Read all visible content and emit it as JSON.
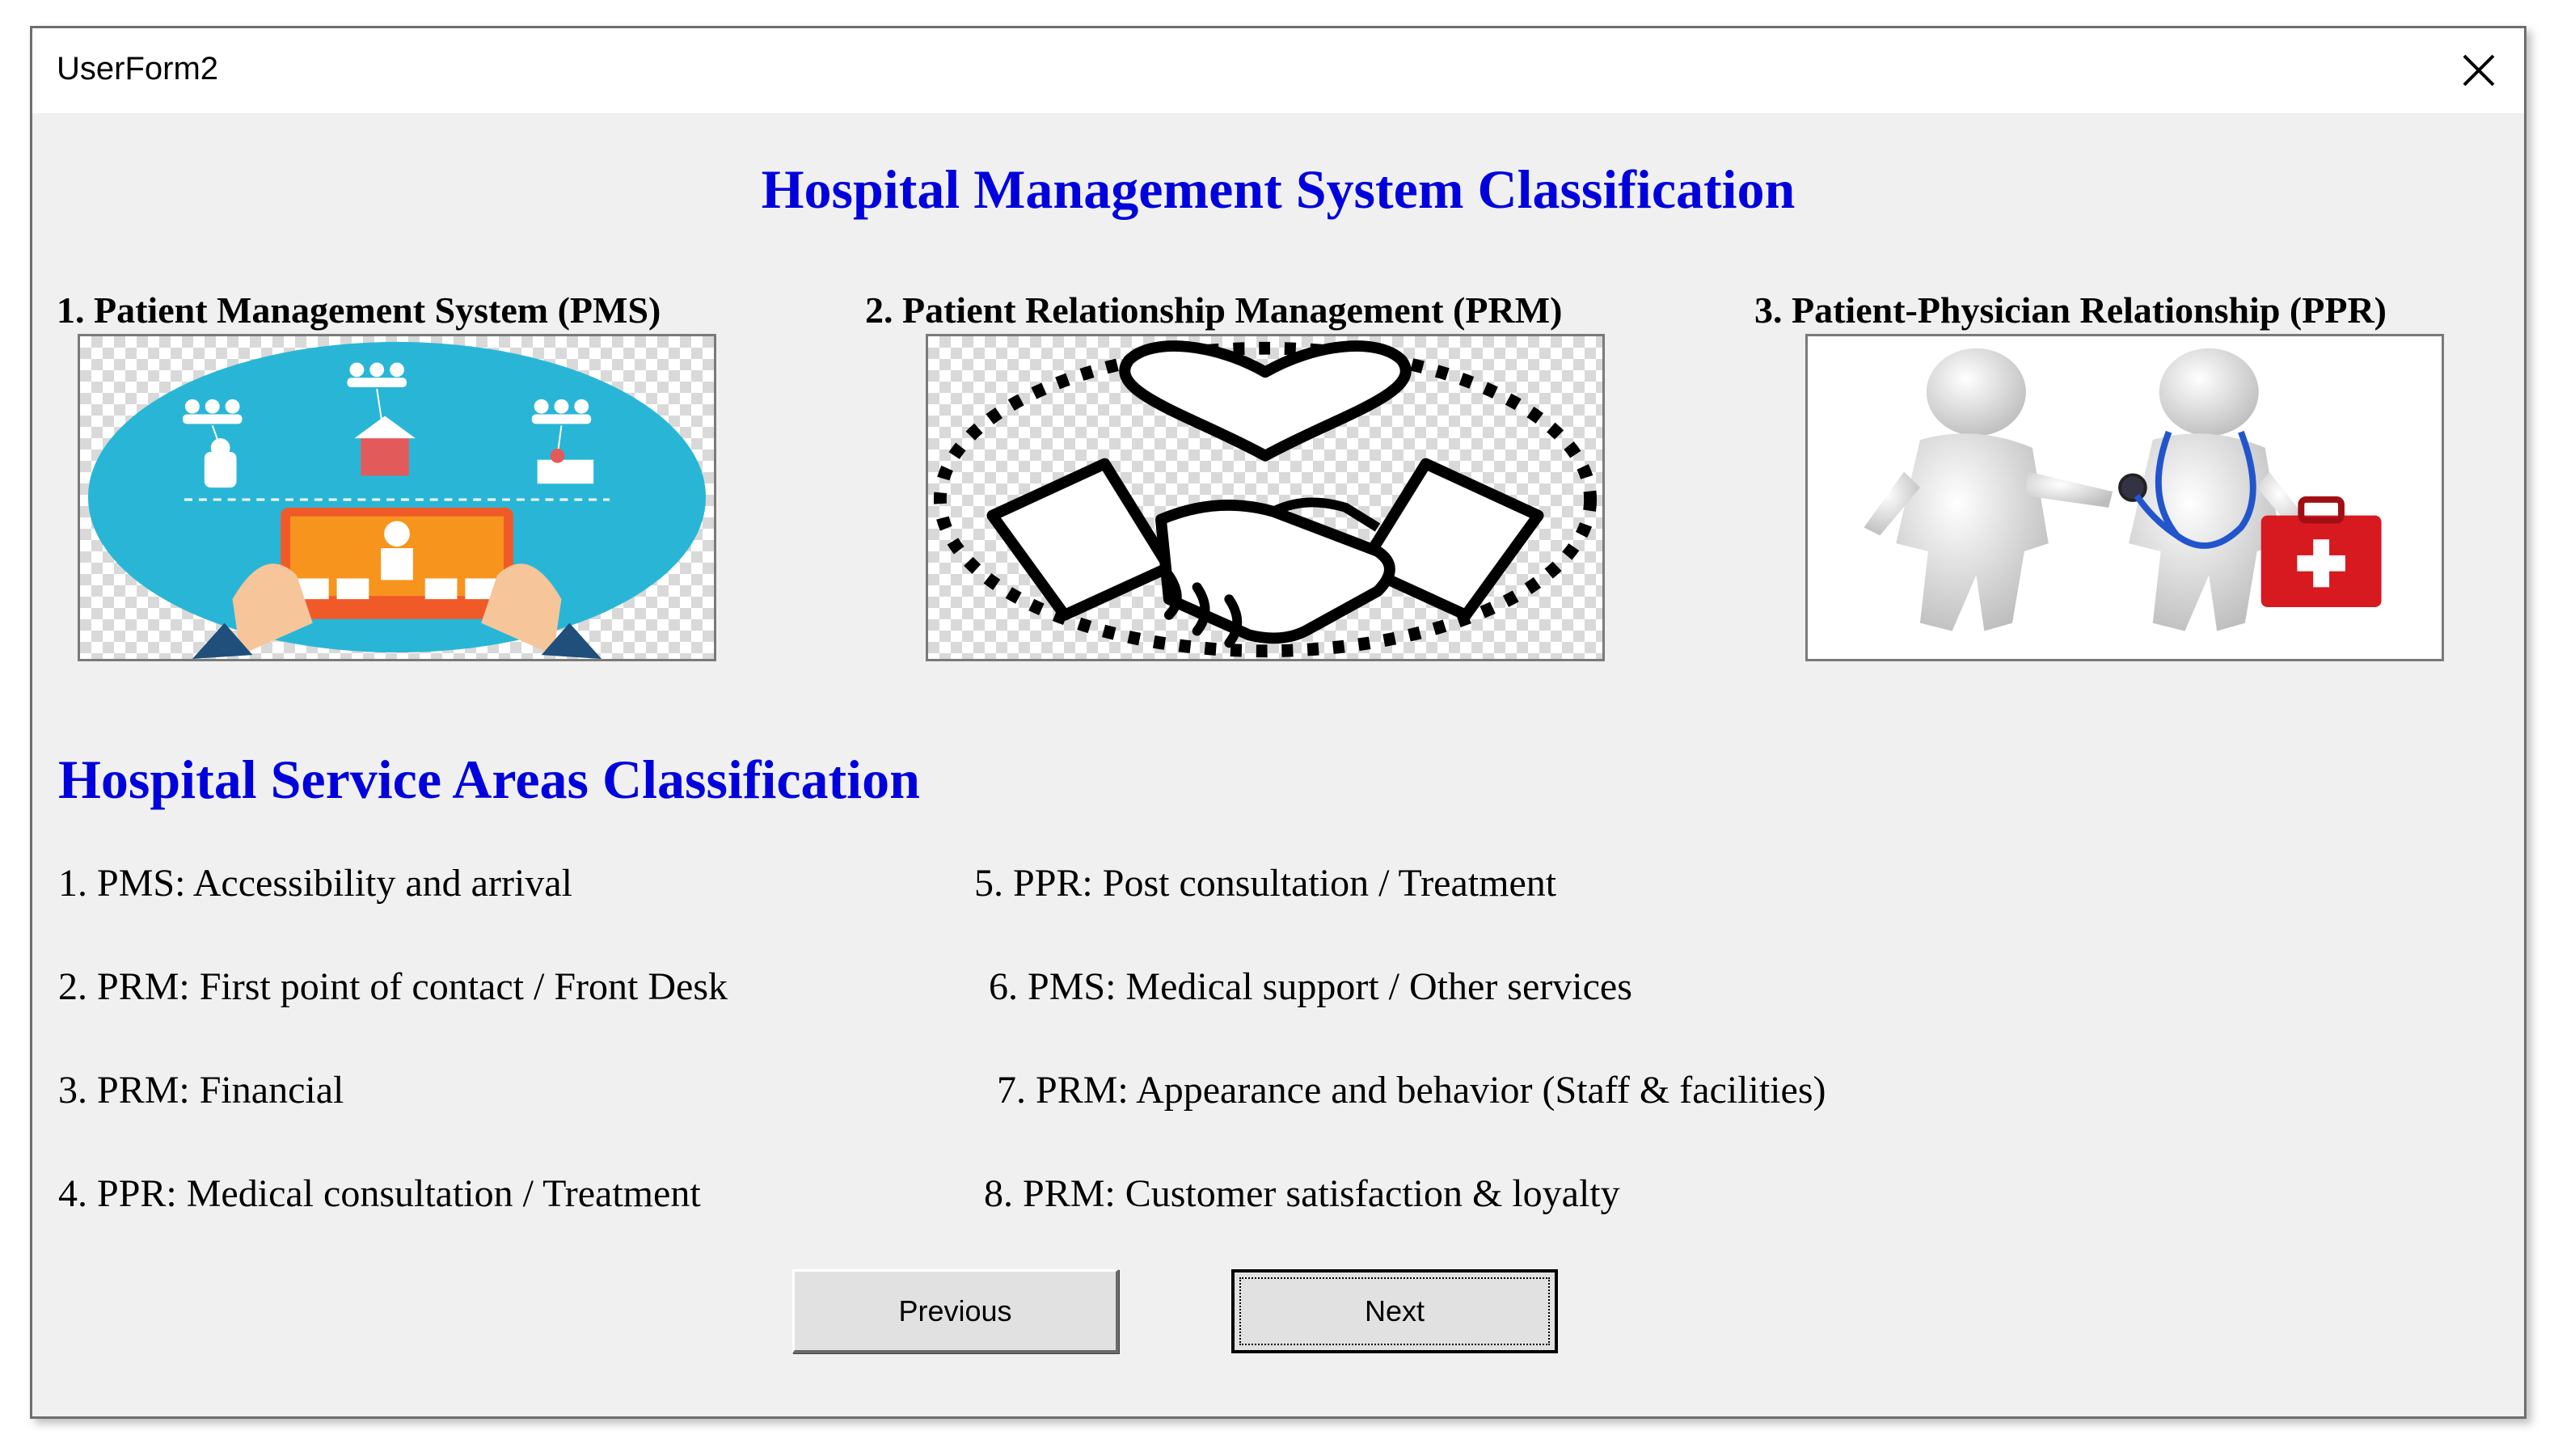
{
  "window": {
    "title": "UserForm2"
  },
  "main_title": "Hospital Management System Classification",
  "categories": [
    {
      "label": "1. Patient Management System (PMS)",
      "image": "digital-healthcare-network-image"
    },
    {
      "label": "2. Patient Relationship Management (PRM)",
      "image": "handshake-heart-image"
    },
    {
      "label": "3. Patient-Physician Relationship (PPR)",
      "image": "patient-doctor-figures-image"
    }
  ],
  "service_title": "Hospital Service Areas Classification",
  "services": [
    "1. PMS: Accessibility and arrival",
    "2. PRM: First point of contact / Front Desk",
    "3. PRM: Financial",
    "4. PPR: Medical consultation / Treatment",
    "5. PPR: Post consultation / Treatment",
    "6. PMS: Medical support / Other services",
    "7. PRM: Appearance and behavior (Staff & facilities)",
    "8. PRM: Customer satisfaction & loyalty"
  ],
  "buttons": {
    "previous": "Previous",
    "next": "Next"
  },
  "colors": {
    "title_blue": "#0000dd",
    "window_bg": "#f0f0f0",
    "illustration_cyan": "#29b6d6",
    "medkit_red": "#d71920"
  },
  "icons": {
    "close": "close-icon"
  }
}
